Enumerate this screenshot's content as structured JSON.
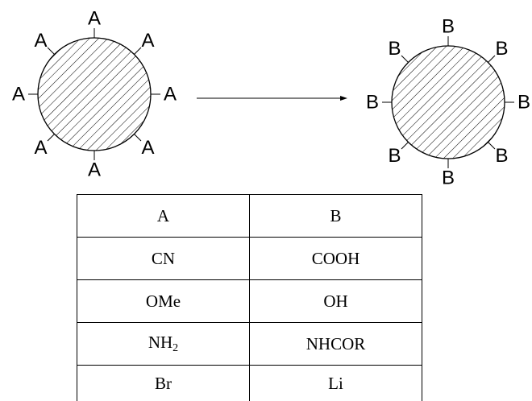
{
  "diagram": {
    "left_particle": {
      "group_label": "A",
      "group_count": 8
    },
    "right_particle": {
      "group_label": "B",
      "group_count": 8
    },
    "arrow": "right"
  },
  "table": {
    "header": [
      "A",
      "B"
    ],
    "rows": [
      {
        "a": "CN",
        "b": "COOH"
      },
      {
        "a": "OMe",
        "b": "OH"
      },
      {
        "a_base": "NH",
        "a_sub": "2",
        "b": "NHCOR"
      },
      {
        "a": "Br",
        "b": "Li"
      }
    ]
  }
}
